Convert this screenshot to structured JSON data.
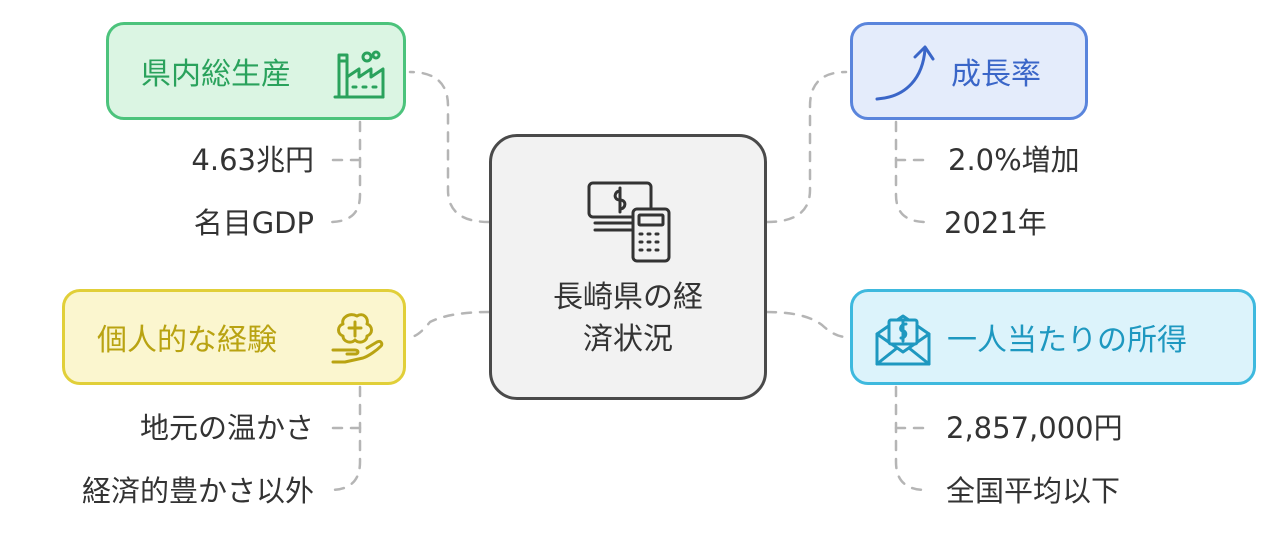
{
  "center": {
    "title_line1": "長崎県の経",
    "title_line2": "済状況",
    "icon": "money-calculator-icon"
  },
  "nodes": {
    "gdp": {
      "label": "県内総生産",
      "icon": "factory-icon",
      "color": "#4cc37c",
      "items": [
        "4.63兆円",
        "名目GDP"
      ]
    },
    "growth": {
      "label": "成長率",
      "icon": "growth-arrow-icon",
      "color": "#5a85dc",
      "items": [
        "2.0%増加",
        "2021年"
      ]
    },
    "personal": {
      "label": "個人的な経験",
      "icon": "hand-brain-icon",
      "color": "#e1cf39",
      "items": [
        "地元の温かさ",
        "経済的豊かさ以外"
      ]
    },
    "income": {
      "label": "一人当たりの所得",
      "icon": "money-envelope-icon",
      "color": "#3eb9de",
      "items": [
        "2,857,000円",
        "全国平均以下"
      ]
    }
  }
}
